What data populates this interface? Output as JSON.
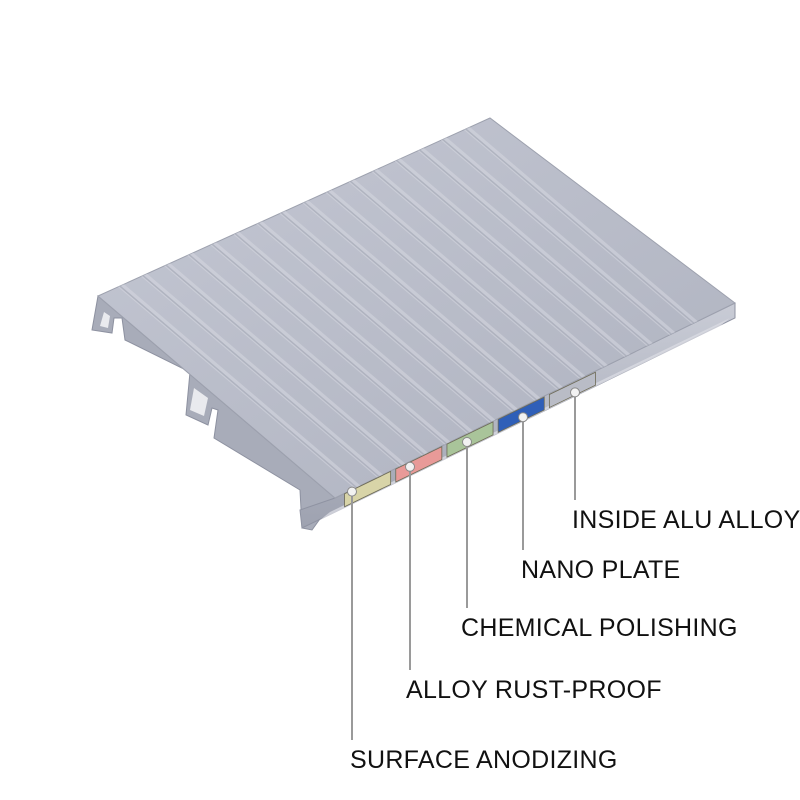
{
  "diagram": {
    "layers": [
      {
        "label": "SURFACE ANODIZING",
        "color": "#d8d4a8"
      },
      {
        "label": "ALLOY RUST-PROOF",
        "color": "#e89a98"
      },
      {
        "label": "CHEMICAL POLISHING",
        "color": "#a9c49a"
      },
      {
        "label": "NANO PLATE",
        "color": "#2f5fb8"
      },
      {
        "label": "INSIDE ALU ALLOY",
        "color": "#b9bcc6"
      }
    ],
    "colors": {
      "profile_top": "#b6b9c6",
      "profile_edge": "#a3a7b4",
      "leader_line": "#9a9a9a",
      "text": "#111111"
    }
  }
}
